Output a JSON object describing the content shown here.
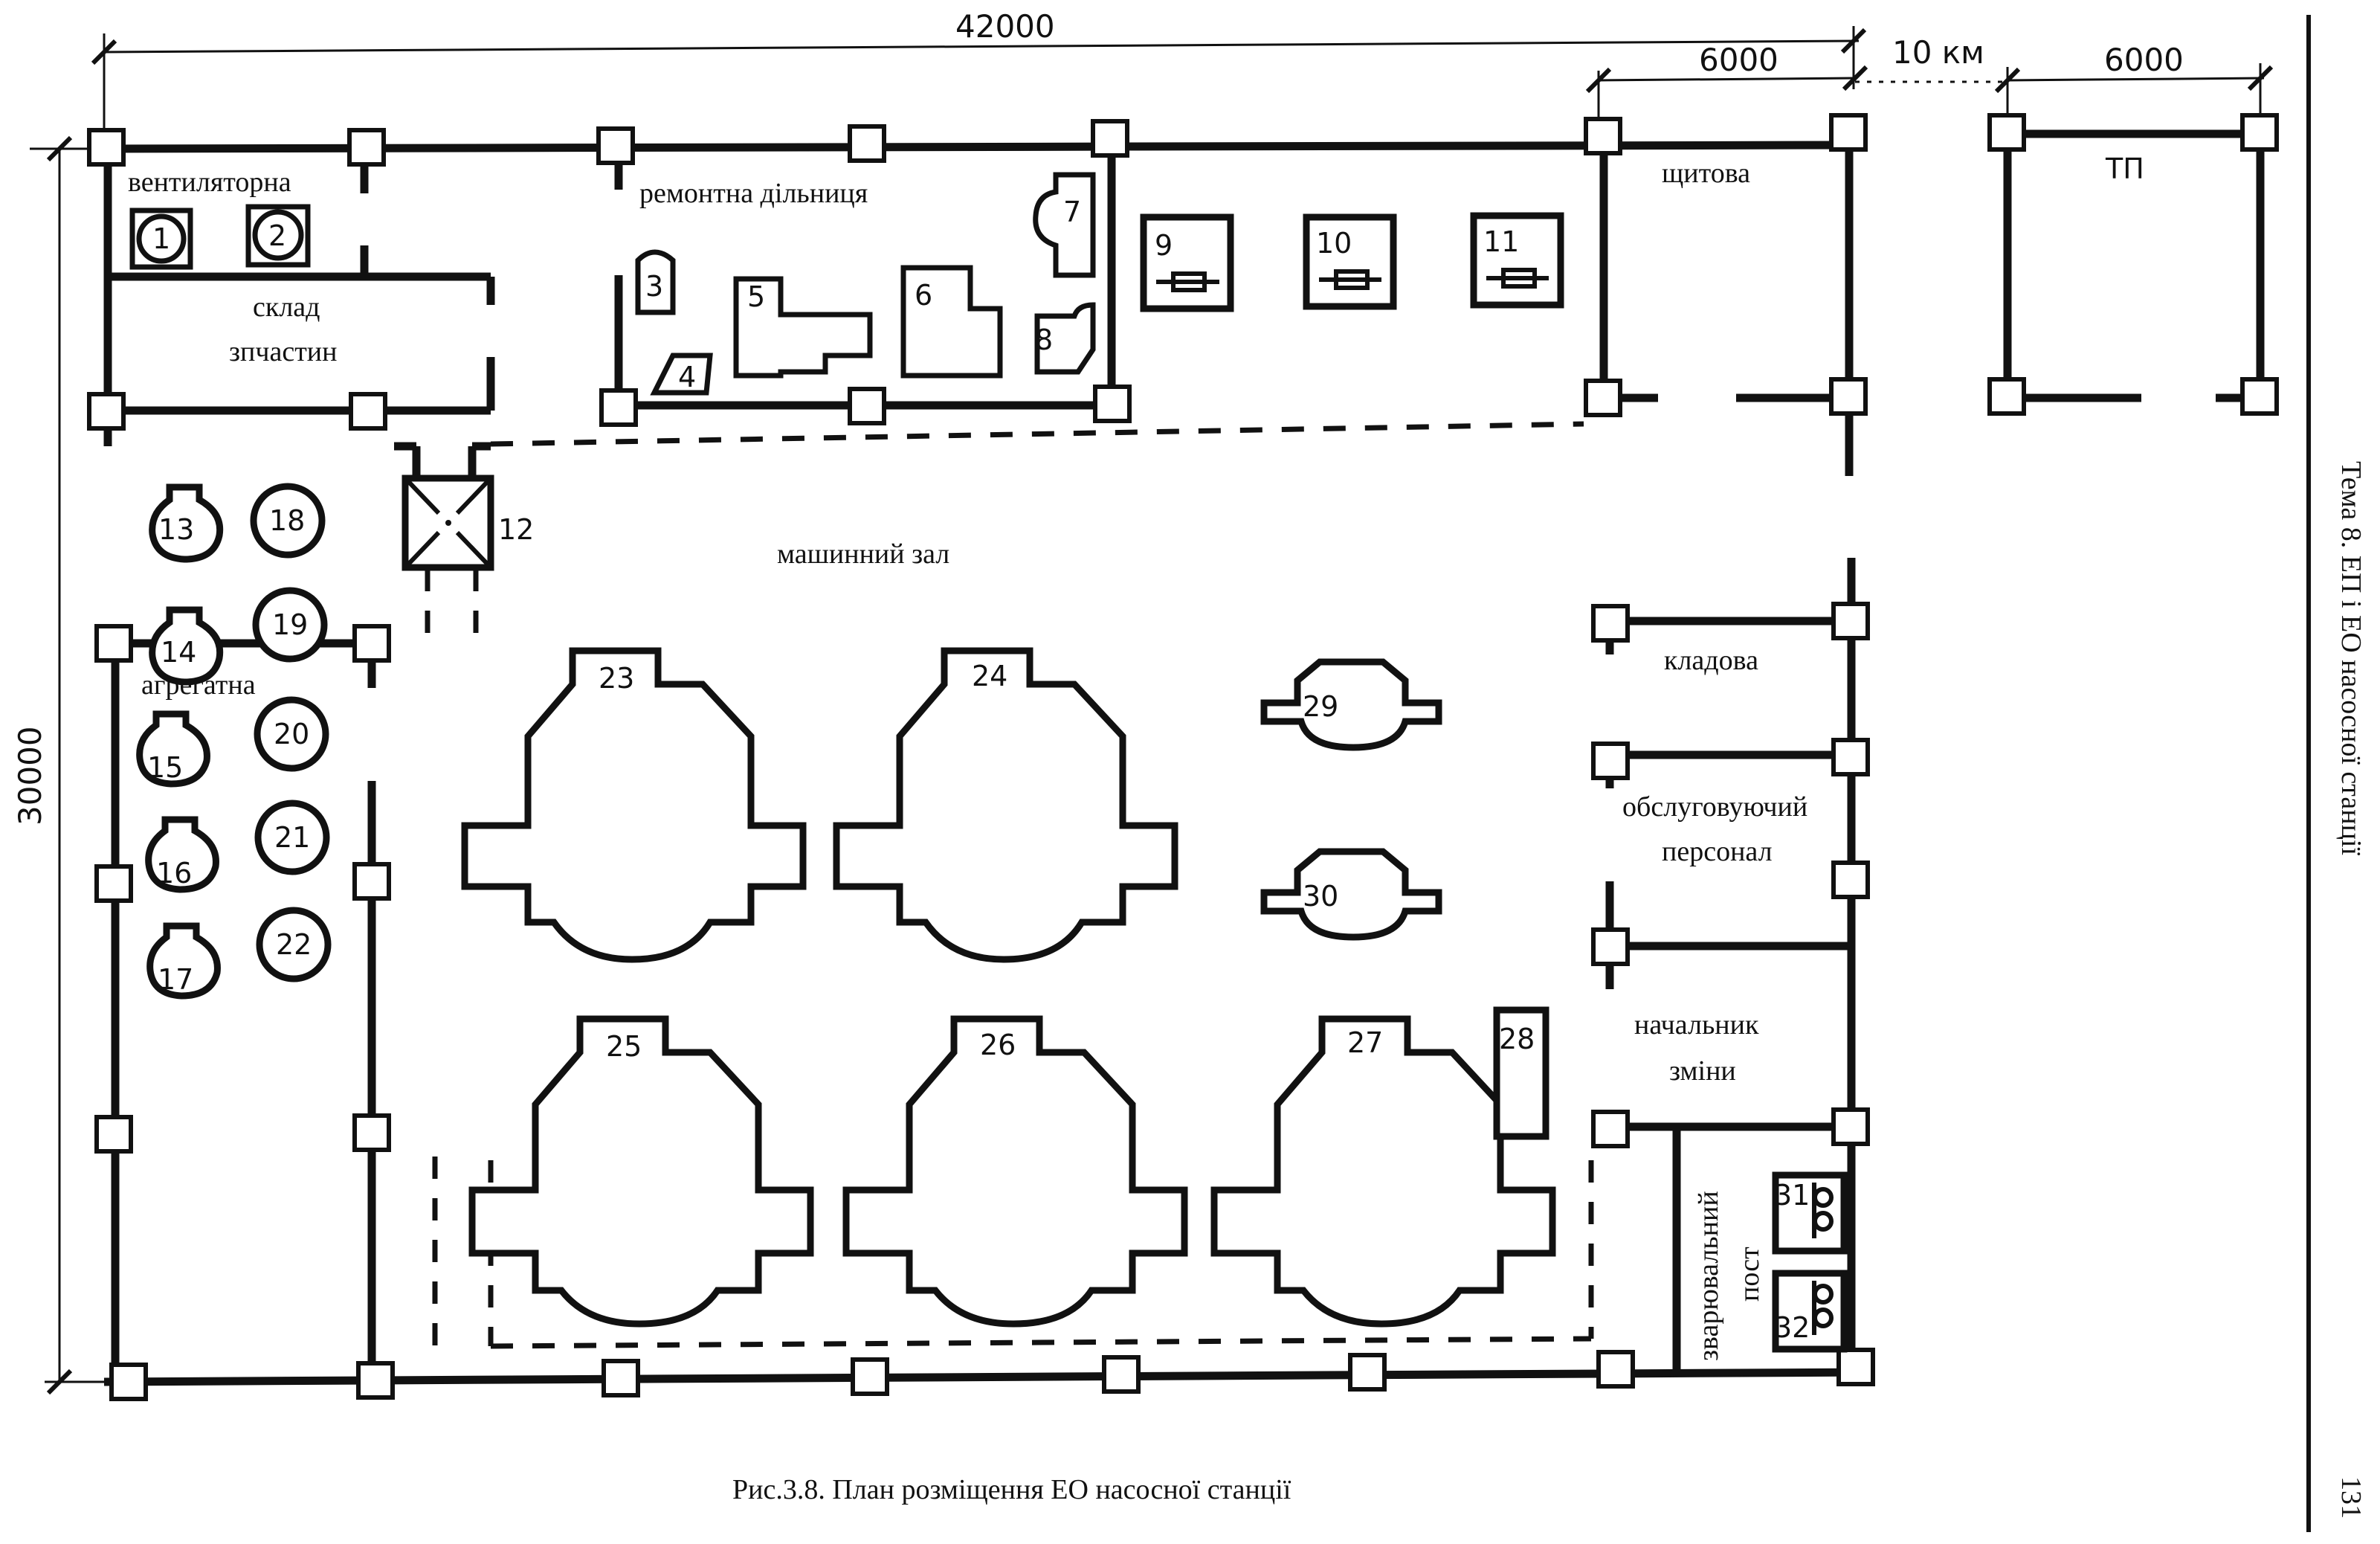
{
  "dimensions": {
    "top_total": "42000",
    "shield_width": "6000",
    "gap": "10 км",
    "tp_width": "6000",
    "height": "30000"
  },
  "rooms": {
    "ventilation": "вентиляторна",
    "warehouse_line1": "склад",
    "warehouse_line2": "зпчастин",
    "repair": "ремонтна дільниця",
    "machine_hall": "машинний зал",
    "shield": "щитова",
    "tp": "ТП",
    "aggregate": "агрегатна",
    "storage": "кладова",
    "staff_line1": "обслуговуючий",
    "staff_line2": "персонал",
    "shift_line1": "начальник",
    "shift_line2": "зміни",
    "welding_line1": "зварювальний",
    "welding_line2": "пост"
  },
  "equipment_numbers": [
    "1",
    "2",
    "3",
    "4",
    "5",
    "6",
    "7",
    "8",
    "9",
    "10",
    "11",
    "12",
    "13",
    "14",
    "15",
    "16",
    "17",
    "18",
    "19",
    "20",
    "21",
    "22",
    "23",
    "24",
    "25",
    "26",
    "27",
    "28",
    "29",
    "30",
    "31",
    "32"
  ],
  "caption": "Рис.3.8. План розміщення ЕО насосної станції",
  "side_header": "Тема 8.  ЕП і ЕО насосної станції",
  "page_number": "131"
}
